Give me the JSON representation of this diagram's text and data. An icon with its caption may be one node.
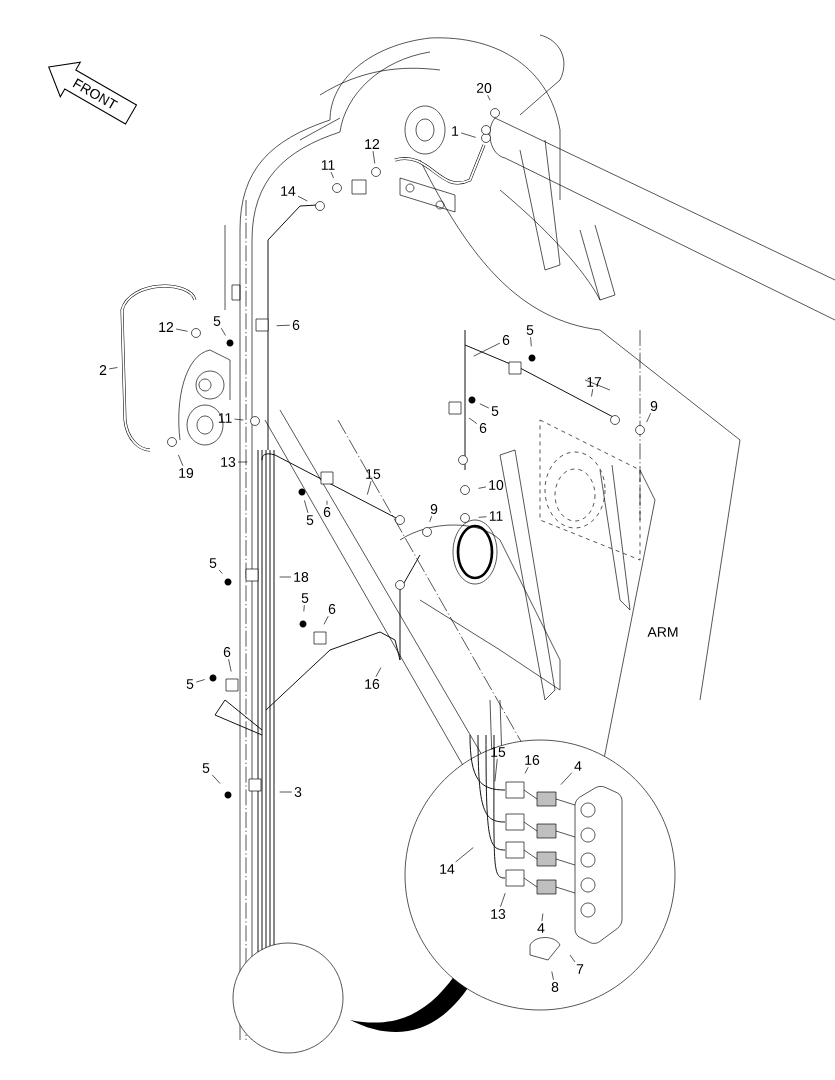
{
  "diagram": {
    "nodes": [
      {
        "text": [
          "20"
        ]
      },
      {
        "text": [
          "1"
        ]
      },
      {
        "text": [
          "12"
        ]
      },
      {
        "text": [
          "11"
        ]
      },
      {
        "text": [
          "14"
        ]
      },
      {
        "text": [
          "12"
        ]
      },
      {
        "text": [
          "5"
        ]
      },
      {
        "text": [
          "6"
        ]
      },
      {
        "text": [
          "2"
        ]
      },
      {
        "text": [
          "11"
        ]
      },
      {
        "text": [
          "13"
        ]
      },
      {
        "text": [
          "19"
        ]
      },
      {
        "text": [
          "15"
        ]
      },
      {
        "text": [
          "6"
        ]
      },
      {
        "text": [
          "5"
        ]
      },
      {
        "text": [
          "9"
        ]
      },
      {
        "text": [
          "10"
        ]
      },
      {
        "text": [
          "11"
        ]
      },
      {
        "text": [
          "6"
        ]
      },
      {
        "text": [
          "5"
        ]
      },
      {
        "text": [
          "17"
        ]
      },
      {
        "text": [
          "9"
        ]
      },
      {
        "text": [
          "5"
        ]
      },
      {
        "text": [
          "6"
        ]
      },
      {
        "text": [
          "5"
        ]
      },
      {
        "text": [
          "18"
        ]
      },
      {
        "text": [
          "5"
        ]
      },
      {
        "text": [
          "6"
        ]
      },
      {
        "text": [
          "6"
        ]
      },
      {
        "text": [
          "5"
        ]
      },
      {
        "text": [
          "16"
        ]
      },
      {
        "text": [
          "5"
        ]
      },
      {
        "text": [
          "3"
        ]
      },
      {
        "text": [
          "15"
        ]
      },
      {
        "text": [
          "16"
        ]
      },
      {
        "text": [
          "4"
        ]
      },
      {
        "text": [
          "14"
        ]
      },
      {
        "text": [
          "13"
        ]
      },
      {
        "text": [
          "4"
        ]
      },
      {
        "text": [
          "7"
        ]
      },
      {
        "text": [
          "8"
        ]
      }
    ],
    "edges": [
      {
        "from": 0,
        "to": null,
        "arrow": "none"
      },
      {
        "from": 1,
        "to": null,
        "arrow": "none"
      },
      {
        "from": 2,
        "to": null,
        "arrow": "none"
      },
      {
        "from": 3,
        "to": null,
        "arrow": "none"
      },
      {
        "from": 4,
        "to": null,
        "arrow": "none"
      },
      {
        "from": 5,
        "to": null,
        "arrow": "none"
      },
      {
        "from": 6,
        "to": null,
        "arrow": "none"
      },
      {
        "from": 7,
        "to": null,
        "arrow": "none"
      },
      {
        "from": 8,
        "to": null,
        "arrow": "none"
      },
      {
        "from": 9,
        "to": null,
        "arrow": "none"
      },
      {
        "from": 10,
        "to": null,
        "arrow": "none"
      },
      {
        "from": 11,
        "to": null,
        "arrow": "none"
      },
      {
        "from": 12,
        "to": null,
        "arrow": "none"
      },
      {
        "from": 13,
        "to": null,
        "arrow": "none"
      },
      {
        "from": 14,
        "to": null,
        "arrow": "none"
      },
      {
        "from": 15,
        "to": null,
        "arrow": "none"
      },
      {
        "from": 16,
        "to": null,
        "arrow": "none"
      },
      {
        "from": 17,
        "to": null,
        "arrow": "none"
      },
      {
        "from": 18,
        "to": null,
        "arrow": "none"
      },
      {
        "from": 19,
        "to": null,
        "arrow": "none"
      },
      {
        "from": 20,
        "to": null,
        "arrow": "none"
      },
      {
        "from": 21,
        "to": null,
        "arrow": "none"
      },
      {
        "from": 22,
        "to": null,
        "arrow": "none"
      },
      {
        "from": 23,
        "to": null,
        "arrow": "none"
      },
      {
        "from": 24,
        "to": null,
        "arrow": "none"
      },
      {
        "from": 25,
        "to": null,
        "arrow": "none"
      },
      {
        "from": 26,
        "to": null,
        "arrow": "none"
      },
      {
        "from": 27,
        "to": null,
        "arrow": "none"
      },
      {
        "from": 28,
        "to": null,
        "arrow": "none"
      },
      {
        "from": 29,
        "to": null,
        "arrow": "none"
      },
      {
        "from": 30,
        "to": null,
        "arrow": "none"
      },
      {
        "from": 31,
        "to": null,
        "arrow": "none"
      },
      {
        "from": 32,
        "to": null,
        "arrow": "none"
      },
      {
        "from": 33,
        "to": null,
        "arrow": "none"
      },
      {
        "from": 34,
        "to": null,
        "arrow": "none"
      },
      {
        "from": 35,
        "to": null,
        "arrow": "none"
      },
      {
        "from": 36,
        "to": null,
        "arrow": "none"
      },
      {
        "from": 37,
        "to": null,
        "arrow": "none"
      },
      {
        "from": 38,
        "to": null,
        "arrow": "none"
      },
      {
        "from": 39,
        "to": null,
        "arrow": "none"
      },
      {
        "from": 40,
        "to": null,
        "arrow": "none"
      }
    ],
    "labels": [
      "FRONT",
      "ARM"
    ]
  }
}
